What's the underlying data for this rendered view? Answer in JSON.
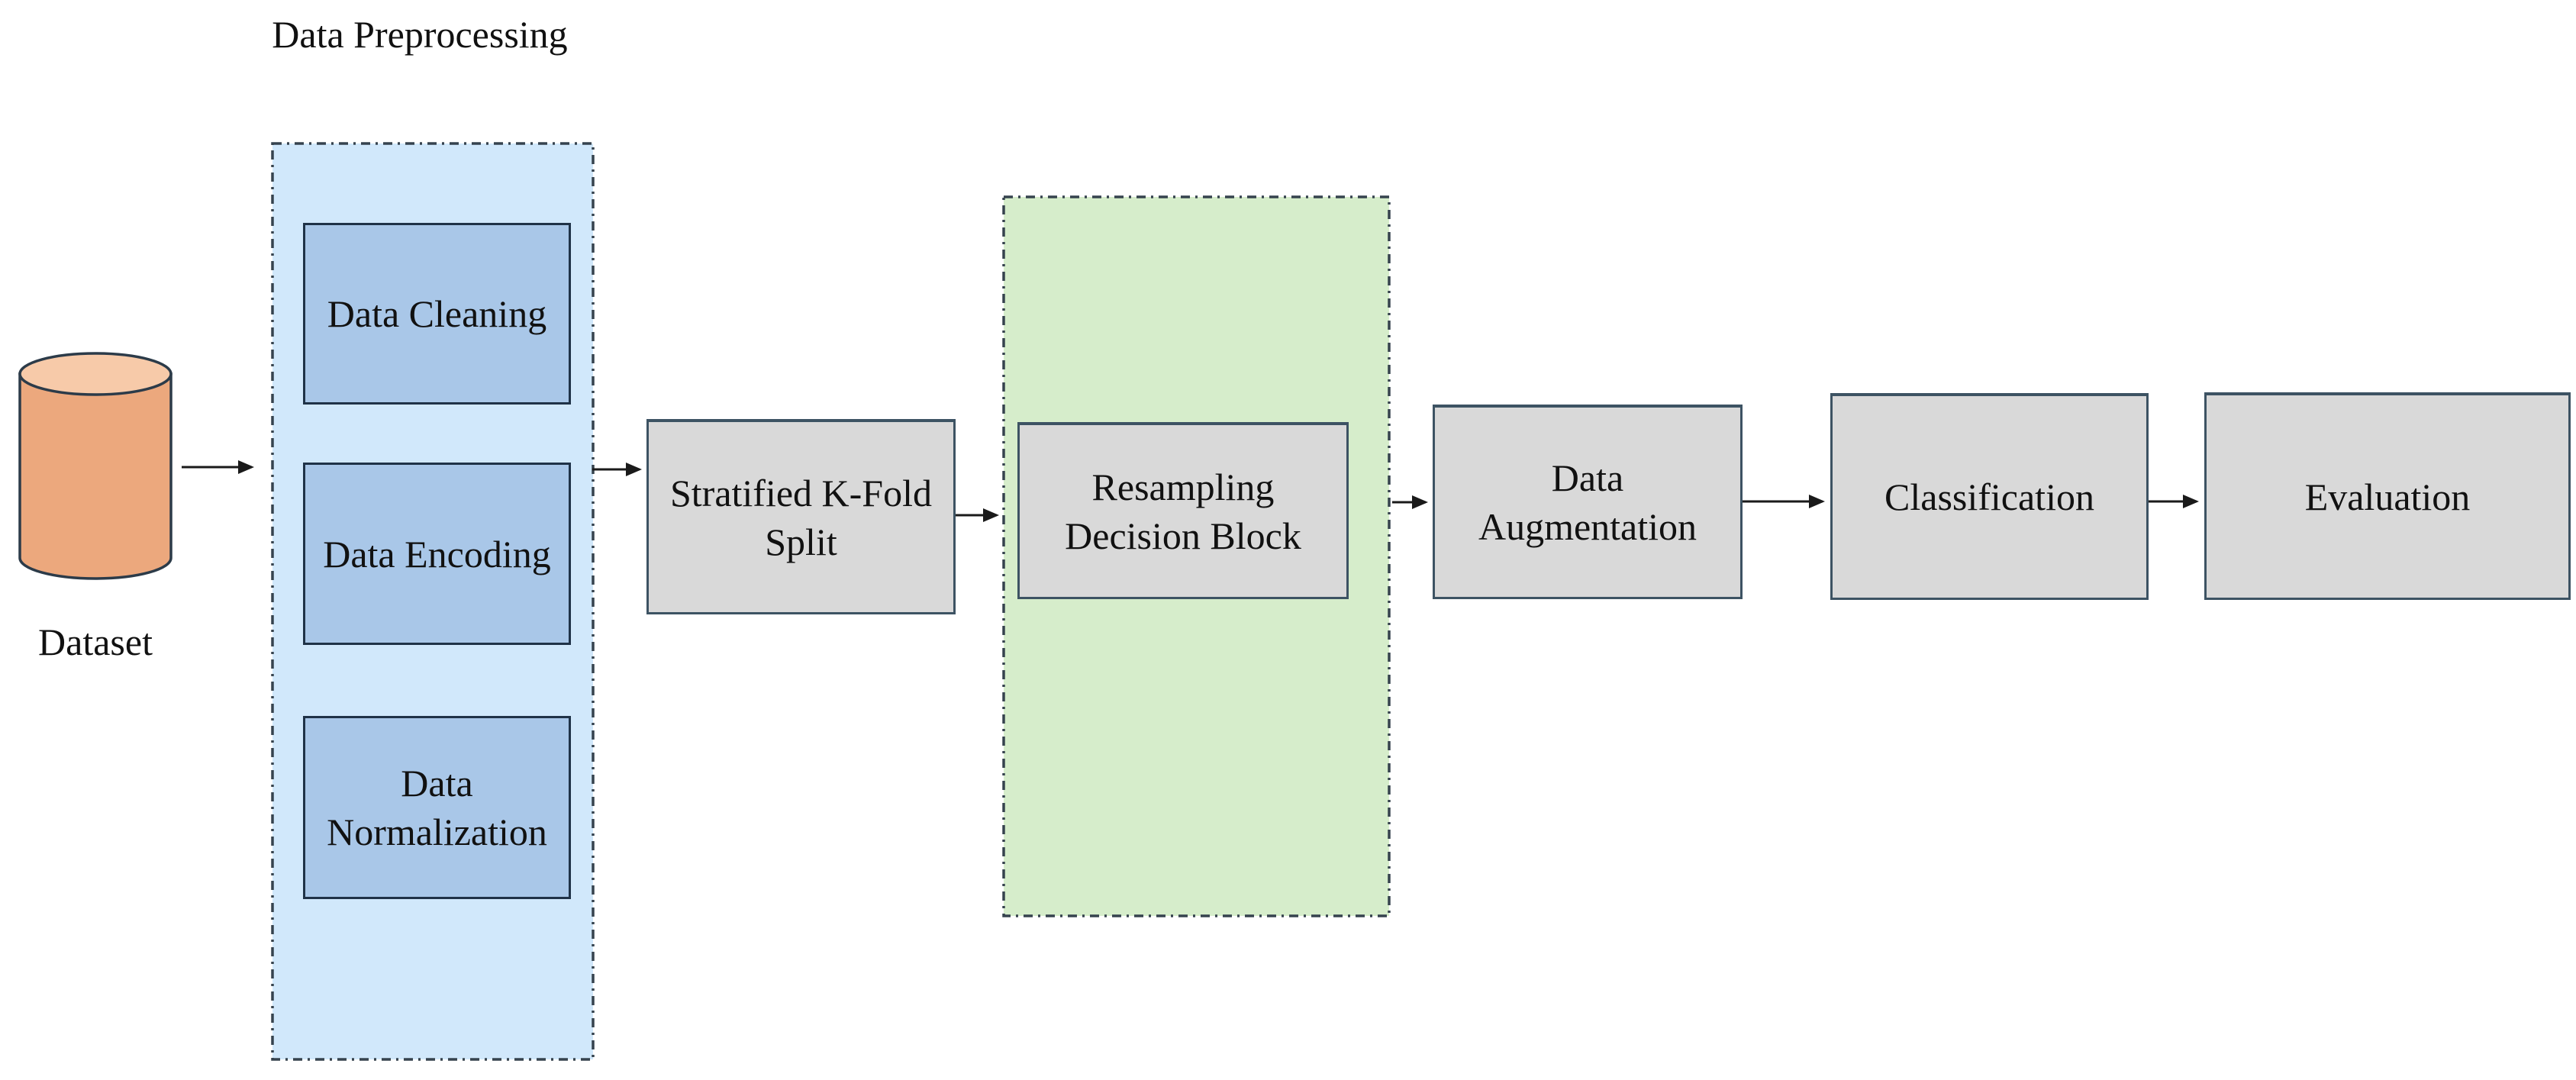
{
  "containers": {
    "preprocessing": {
      "label": "Data Preprocessing"
    }
  },
  "source": {
    "label": "Dataset"
  },
  "nodes": {
    "cleaning": {
      "label": "Data Cleaning"
    },
    "encoding": {
      "label": "Data Encoding"
    },
    "normalization": {
      "label": "Data\nNormalization"
    },
    "kfold": {
      "label": "Stratified K-Fold\nSplit"
    },
    "resampling": {
      "label": "Resampling\nDecision Block"
    },
    "augmentation": {
      "label": "Data\nAugmentation"
    },
    "classification": {
      "label": "Classification"
    },
    "evaluation": {
      "label": "Evaluation"
    }
  },
  "icons": {
    "dataset_cylinder": "database-cylinder-icon"
  },
  "colors": {
    "page_bg": "#ffffff",
    "text": "#111111",
    "blue_container_fill": "#d1e8fb",
    "blue_box_fill": "#a9c7e8",
    "blue_box_border": "#1f3247",
    "green_container_fill": "#d6edcb",
    "dashed_border": "#36434e",
    "gray_box_fill": "#d9d9d9",
    "gray_box_border": "#3d5363",
    "cylinder_body": "#eca87d",
    "cylinder_top": "#f7caa9",
    "cylinder_border": "#2c3b49",
    "arrow": "#1a1a1a"
  }
}
